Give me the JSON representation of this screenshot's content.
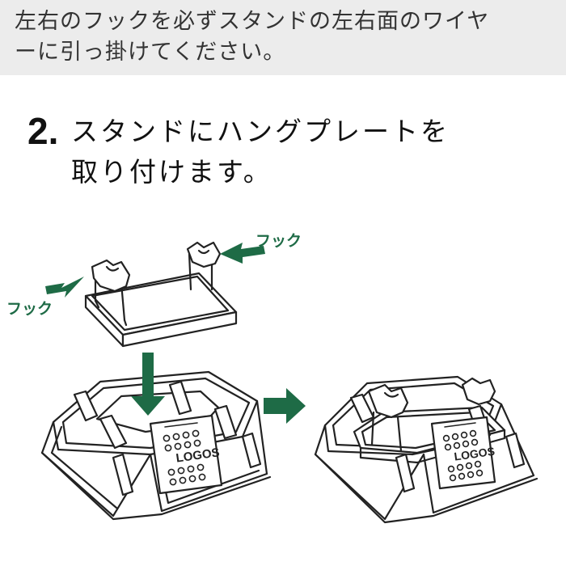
{
  "intro": {
    "line1": "左右のフックを必ずスタンドの左右面のワイヤ",
    "line2": "ーに引っ掛けてください。"
  },
  "step": {
    "number": "2.",
    "line1": "スタンドにハングプレートを",
    "line2": "取り付けます。"
  },
  "figure": {
    "hook_label_right": "フック",
    "hook_label_left": "フック",
    "brand_text": "LOGOS"
  },
  "colors": {
    "accent_green": "#1e6b46",
    "band_gray": "#ececec",
    "line_dark": "#222222"
  }
}
